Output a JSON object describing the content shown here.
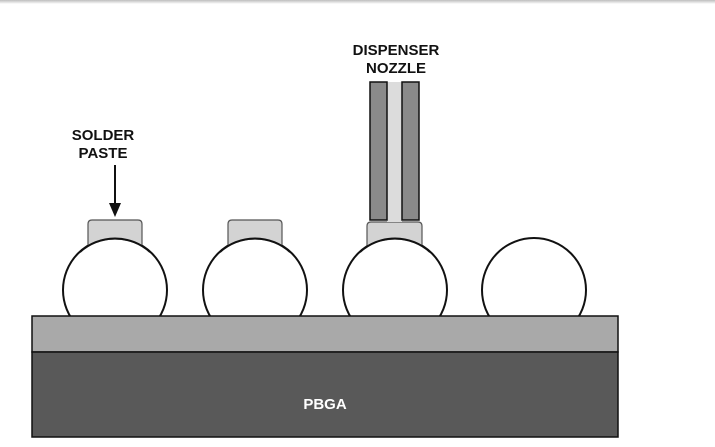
{
  "labels": {
    "solder_paste_line1": "SOLDER",
    "solder_paste_line2": "PASTE",
    "nozzle_line1": "DISPENSER",
    "nozzle_line2": "NOZZLE",
    "package": "PBGA"
  },
  "colors": {
    "substrate_top": "#a9a9a9",
    "substrate_body": "#595959",
    "paste": "#d3d3d3",
    "nozzle_wall": "#8a8a8a",
    "nozzle_channel": "#dcdcdc"
  }
}
